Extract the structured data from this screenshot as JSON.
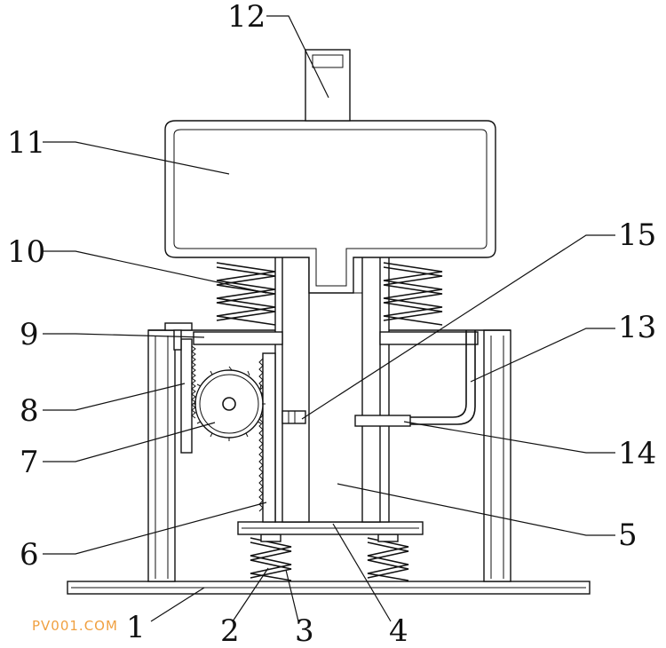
{
  "watermark": "PV001.COM",
  "labels": {
    "l1": "1",
    "l2": "2",
    "l3": "3",
    "l4": "4",
    "l5": "5",
    "l6": "6",
    "l7": "7",
    "l8": "8",
    "l9": "9",
    "l10": "10",
    "l11": "11",
    "l12": "12",
    "l13": "13",
    "l14": "14",
    "l15": "15"
  }
}
